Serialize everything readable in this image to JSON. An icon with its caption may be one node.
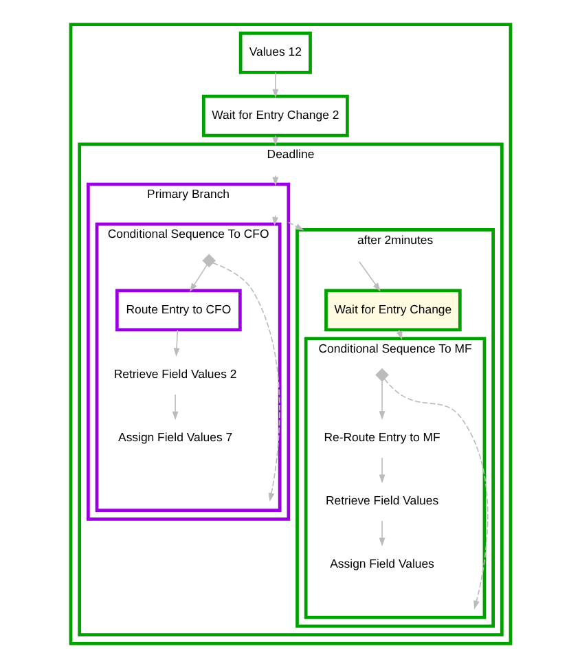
{
  "diagram": {
    "nodes": [
      {
        "text": [],
        "shape": "box"
      },
      {
        "text": [
          "Values 12"
        ],
        "in": 0
      },
      {
        "text": [
          "Wait for Entry Change 2"
        ],
        "in": 0
      },
      {
        "text": [
          "Deadline"
        ],
        "in": 0
      },
      {
        "text": [
          "Primary Branch"
        ],
        "in": 3
      },
      {
        "text": [
          "Conditional Sequence To CFO"
        ],
        "in": 4
      },
      {
        "text": [],
        "shape": "diamond",
        "in": 5
      },
      {
        "text": [
          "Route Entry to CFO"
        ],
        "in": 5
      },
      {
        "text": [
          "Retrieve Field Values 2"
        ],
        "in": 5
      },
      {
        "text": [
          "Assign Field Values 7"
        ],
        "in": 5
      },
      {
        "text": [
          "after 2minutes"
        ],
        "in": 3
      },
      {
        "text": [
          "Wait for Entry Change"
        ],
        "in": 10
      },
      {
        "text": [
          "Conditional Sequence To MF"
        ],
        "in": 10
      },
      {
        "text": [],
        "shape": "diamond",
        "in": 12
      },
      {
        "text": [
          "Re-Route Entry to MF"
        ],
        "in": 12
      },
      {
        "text": [
          "Retrieve Field Values"
        ],
        "in": 12
      },
      {
        "text": [
          "Assign Field Values"
        ],
        "in": 12
      }
    ],
    "edges": [
      {
        "from": 1,
        "to": 2,
        "arrow": "to"
      },
      {
        "from": 2,
        "to": 3,
        "arrow": "to"
      },
      {
        "from": 3,
        "to": 4,
        "arrow": "to"
      },
      {
        "from": 4,
        "to": 10,
        "arrow": "to",
        "style": "dashed"
      },
      {
        "from": 4,
        "to": 5,
        "arrow": "to"
      },
      {
        "from": 6,
        "to": 7,
        "arrow": "to"
      },
      {
        "from": 7,
        "to": 8,
        "arrow": "to"
      },
      {
        "from": 8,
        "to": 9,
        "arrow": "to"
      },
      {
        "from": 6,
        "to": 5,
        "arrow": "to",
        "style": "dashed"
      },
      {
        "from": 10,
        "to": 11,
        "arrow": "to"
      },
      {
        "from": 11,
        "to": 12,
        "arrow": "to"
      },
      {
        "from": 13,
        "to": 14,
        "arrow": "to"
      },
      {
        "from": 14,
        "to": 15,
        "arrow": "to"
      },
      {
        "from": 15,
        "to": 16,
        "arrow": "to"
      },
      {
        "from": 13,
        "to": 12,
        "arrow": "to",
        "style": "dashed"
      }
    ]
  }
}
